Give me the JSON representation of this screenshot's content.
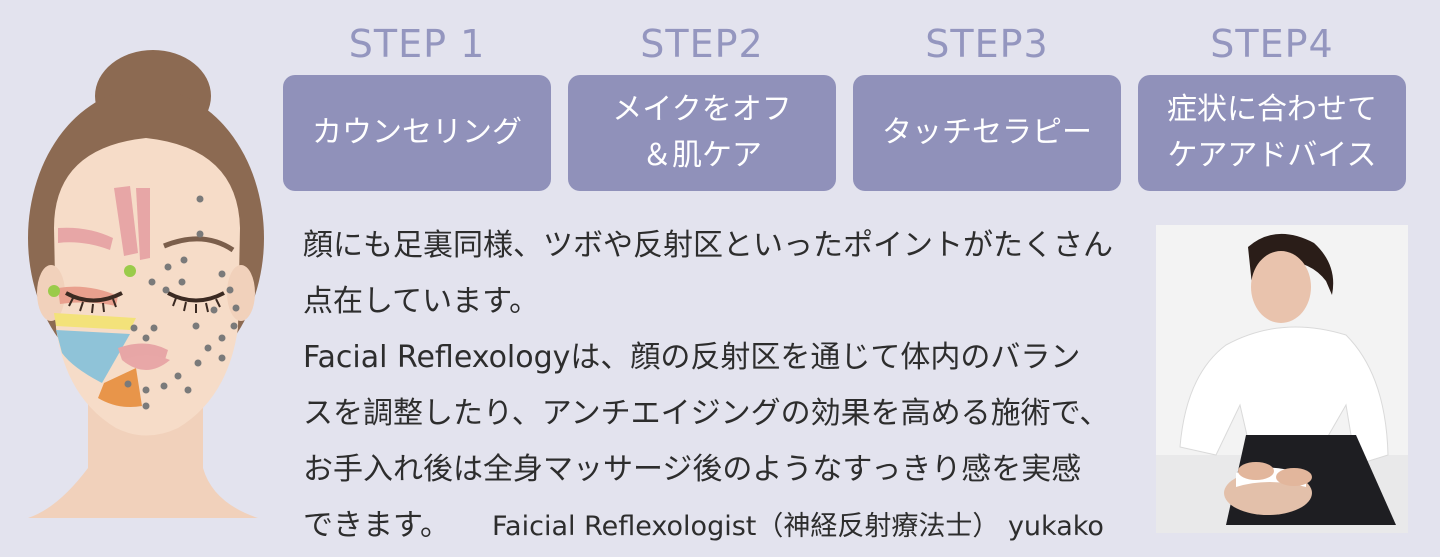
{
  "steps": [
    {
      "title": "STEP 1",
      "label": "カウンセリング"
    },
    {
      "title": "STEP2",
      "label": "メイクをオフ\n＆肌ケア"
    },
    {
      "title": "STEP3",
      "label": "タッチセラピー"
    },
    {
      "title": "STEP4",
      "label": "症状に合わせて\nケアアドバイス"
    }
  ],
  "body": {
    "lines": [
      "顔にも足裏同様、ツボや反射区といったポイントがたくさん",
      "点在しています。",
      "Facial Reflexologyは、顔の反射区を通じて体内のバラン",
      "スを調整したり、アンチエイジングの効果を高める施術で、",
      "お手入れ後は全身マッサージ後のようなすっきり感を実感"
    ],
    "last_line": "できます。",
    "signature": "Faicial Reflexologist（神経反射療法士） yukako"
  }
}
